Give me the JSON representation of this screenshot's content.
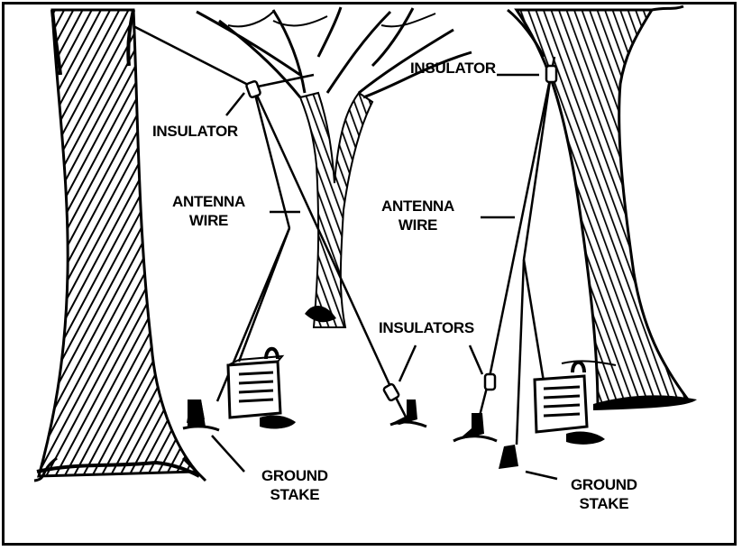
{
  "labels": {
    "insulator_left": "INSULATOR",
    "insulator_right": "INSULATOR",
    "antenna_wire_left": [
      "ANTENNA",
      "WIRE"
    ],
    "antenna_wire_right": [
      "ANTENNA",
      "WIRE"
    ],
    "insulators": "INSULATORS",
    "ground_stake_left": [
      "GROUND",
      "STAKE"
    ],
    "ground_stake_right": [
      "GROUND",
      "STAKE"
    ]
  },
  "colors": {
    "ink": "#000000",
    "paper": "#ffffff"
  }
}
